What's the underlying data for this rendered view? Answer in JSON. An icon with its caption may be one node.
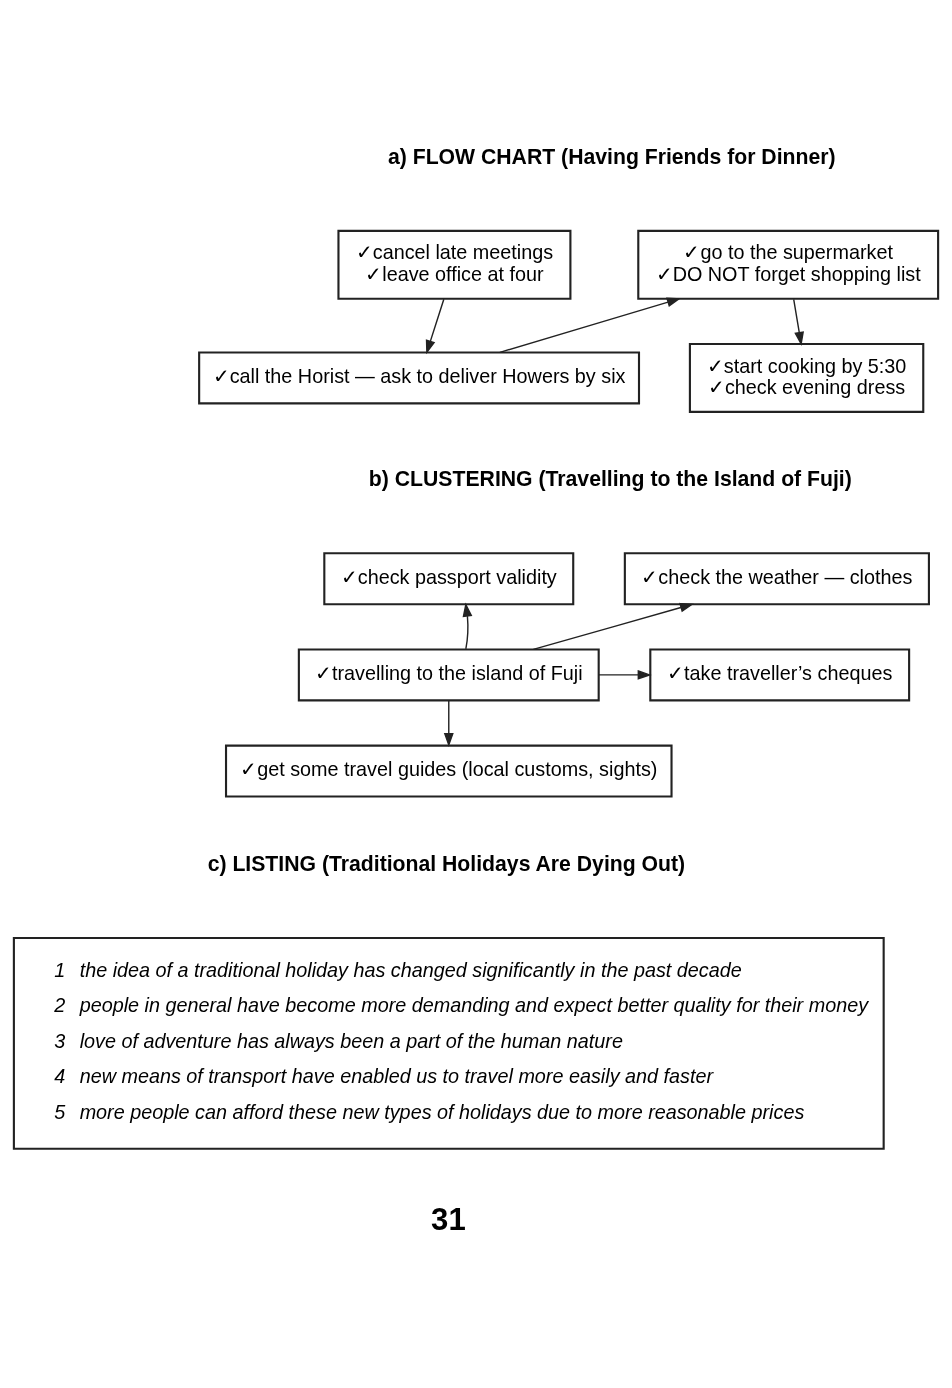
{
  "diagram": {
    "nodes": [
      {
        "text": [
          "✓cancel late meetings",
          "✓leave office at four"
        ]
      },
      {
        "text": [
          "✓go to the supermarket",
          "✓DO NOT forget shopping list"
        ]
      },
      {
        "text": [
          "✓call the Horist — ask to deliver Howers by six"
        ]
      },
      {
        "text": [
          "✓start cooking by 5:30",
          "✓check evening dress"
        ]
      },
      {
        "text": [
          "✓check passport validity"
        ]
      },
      {
        "text": [
          "✓check the weather — clothes"
        ]
      },
      {
        "text": [
          "✓travelling to the island of Fuji"
        ]
      },
      {
        "text": [
          "✓take traveller’s cheques"
        ]
      },
      {
        "text": [
          "✓get some travel guides (local customs, sights)"
        ]
      },
      {
        "text": [
          "1",
          "the idea of a traditional holiday has changed significantly in the past decade",
          "2",
          "people in general have become more demanding and expect better quality for their money",
          "3",
          "love of adventure has always been a part of the human nature",
          "4",
          "new means of transport have enabled us to travel more easily and faster",
          "5",
          "more people can afford these new types of holidays due to more reasonable prices"
        ]
      }
    ],
    "edges": [
      {
        "from": 0,
        "to": 2,
        "arrow": "to"
      },
      {
        "from": 2,
        "to": 1,
        "arrow": "to"
      },
      {
        "from": 1,
        "to": 3,
        "arrow": "to"
      },
      {
        "from": 6,
        "to": 4,
        "arrow": "to"
      },
      {
        "from": 6,
        "to": 5,
        "arrow": "to"
      },
      {
        "from": 6,
        "to": 7,
        "arrow": "to"
      },
      {
        "from": 6,
        "to": 8,
        "arrow": "to"
      }
    ],
    "labels": [
      "a) FLOW CHART (Having Friends for Dinner)",
      "b) CLUSTERING (Travelling to the Island of Fuji)",
      "c) LISTING (Traditional Holidays Are Dying Out)",
      "31"
    ]
  }
}
